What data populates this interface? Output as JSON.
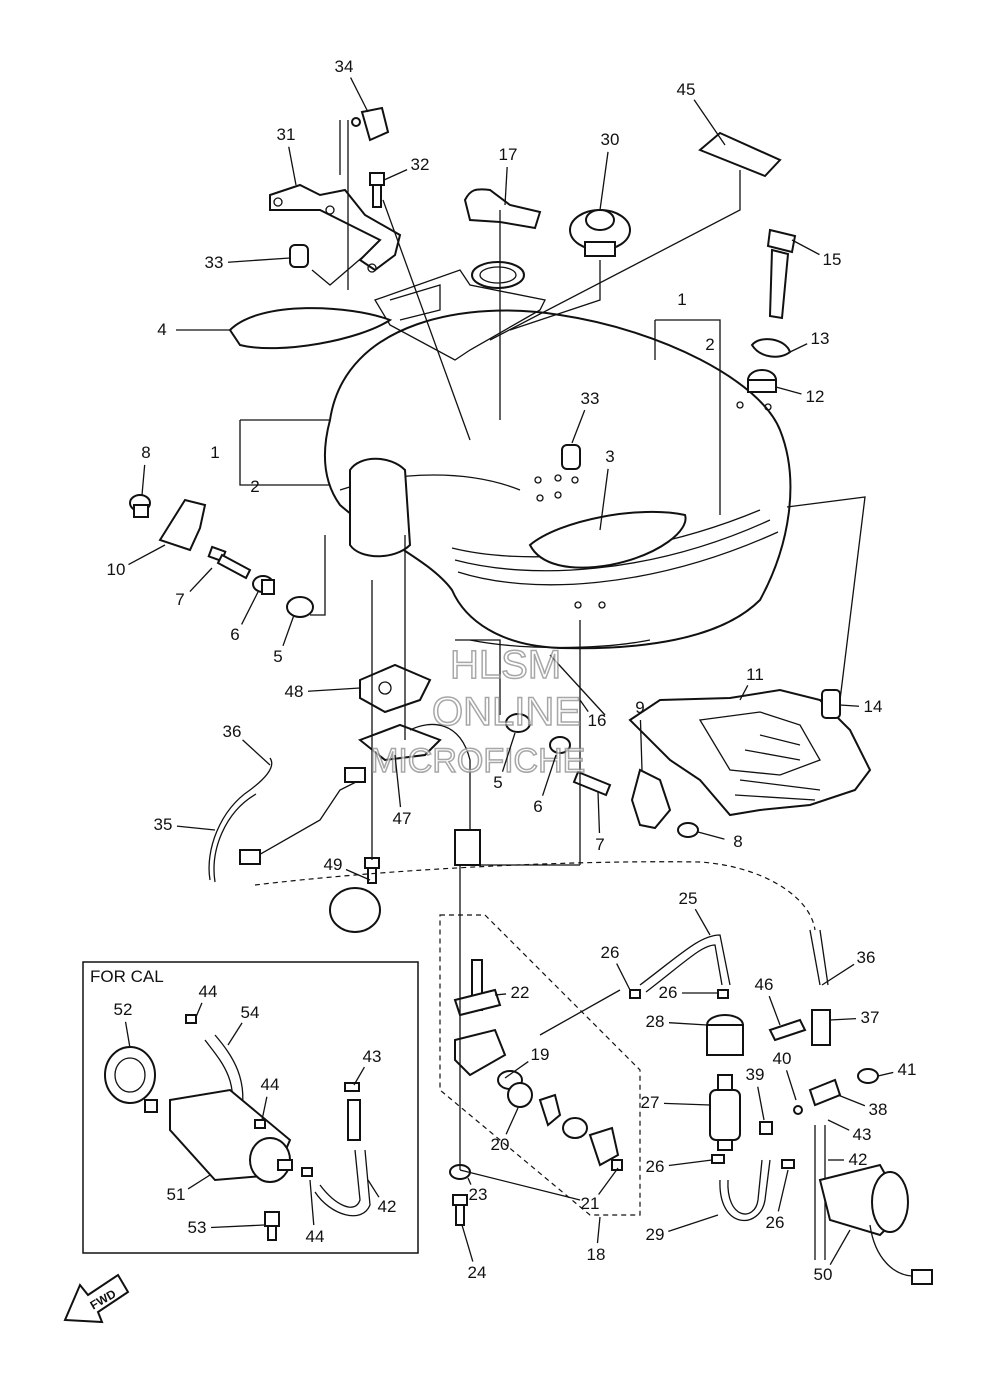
{
  "diagram": {
    "callouts": [
      "34",
      "31",
      "32",
      "17",
      "30",
      "45",
      "15",
      "33",
      "4",
      "1",
      "2",
      "13",
      "12",
      "33",
      "3",
      "8",
      "1",
      "2",
      "10",
      "7",
      "6",
      "5",
      "11",
      "14",
      "48",
      "16",
      "9",
      "36",
      "5",
      "6",
      "47",
      "8",
      "35",
      "7",
      "49",
      "25",
      "26",
      "36",
      "22",
      "26",
      "46",
      "37",
      "28",
      "19",
      "40",
      "41",
      "39",
      "38",
      "27",
      "43",
      "20",
      "26",
      "42",
      "21",
      "26",
      "23",
      "29",
      "50",
      "18",
      "24",
      "44",
      "54",
      "52",
      "43",
      "44",
      "51",
      "42",
      "53",
      "44"
    ],
    "inset_label": "FOR CAL",
    "watermark": [
      "HLSM",
      "ONLINE",
      "MICROFICHE"
    ],
    "direction_label": "FWD"
  }
}
